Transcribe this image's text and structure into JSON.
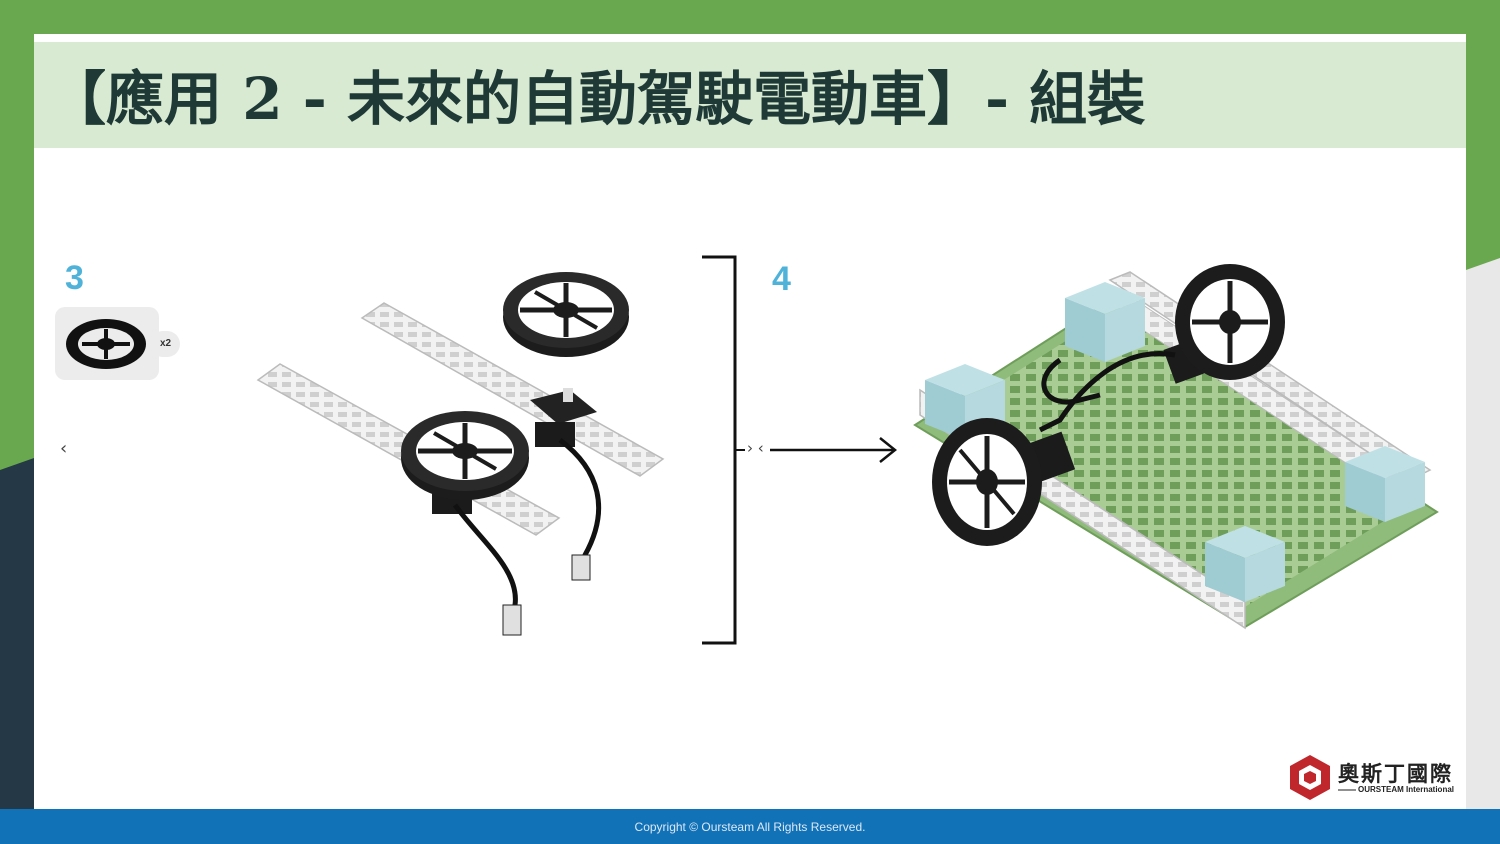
{
  "slide": {
    "title": "【應用 2 - 未來的自動駕駛電動車】- 組裝"
  },
  "instructions": {
    "step3_number": "3",
    "step3_part_quantity": "x2",
    "step4_number": "4",
    "nav_chevron": "‹",
    "connector_glyphs": "› ‹"
  },
  "logo": {
    "name": "奧斯丁國際",
    "subtitle": "OURSTEAM International"
  },
  "footer": {
    "copyright": "Copyright © Oursteam All Rights Reserved."
  },
  "colors": {
    "frame_green": "#6aa84f",
    "title_band": "#d9ead3",
    "title_text": "#1f3a36",
    "footer_blue": "#1272b8",
    "step_number": "#4fb3d9",
    "logo_red": "#c0272d"
  }
}
